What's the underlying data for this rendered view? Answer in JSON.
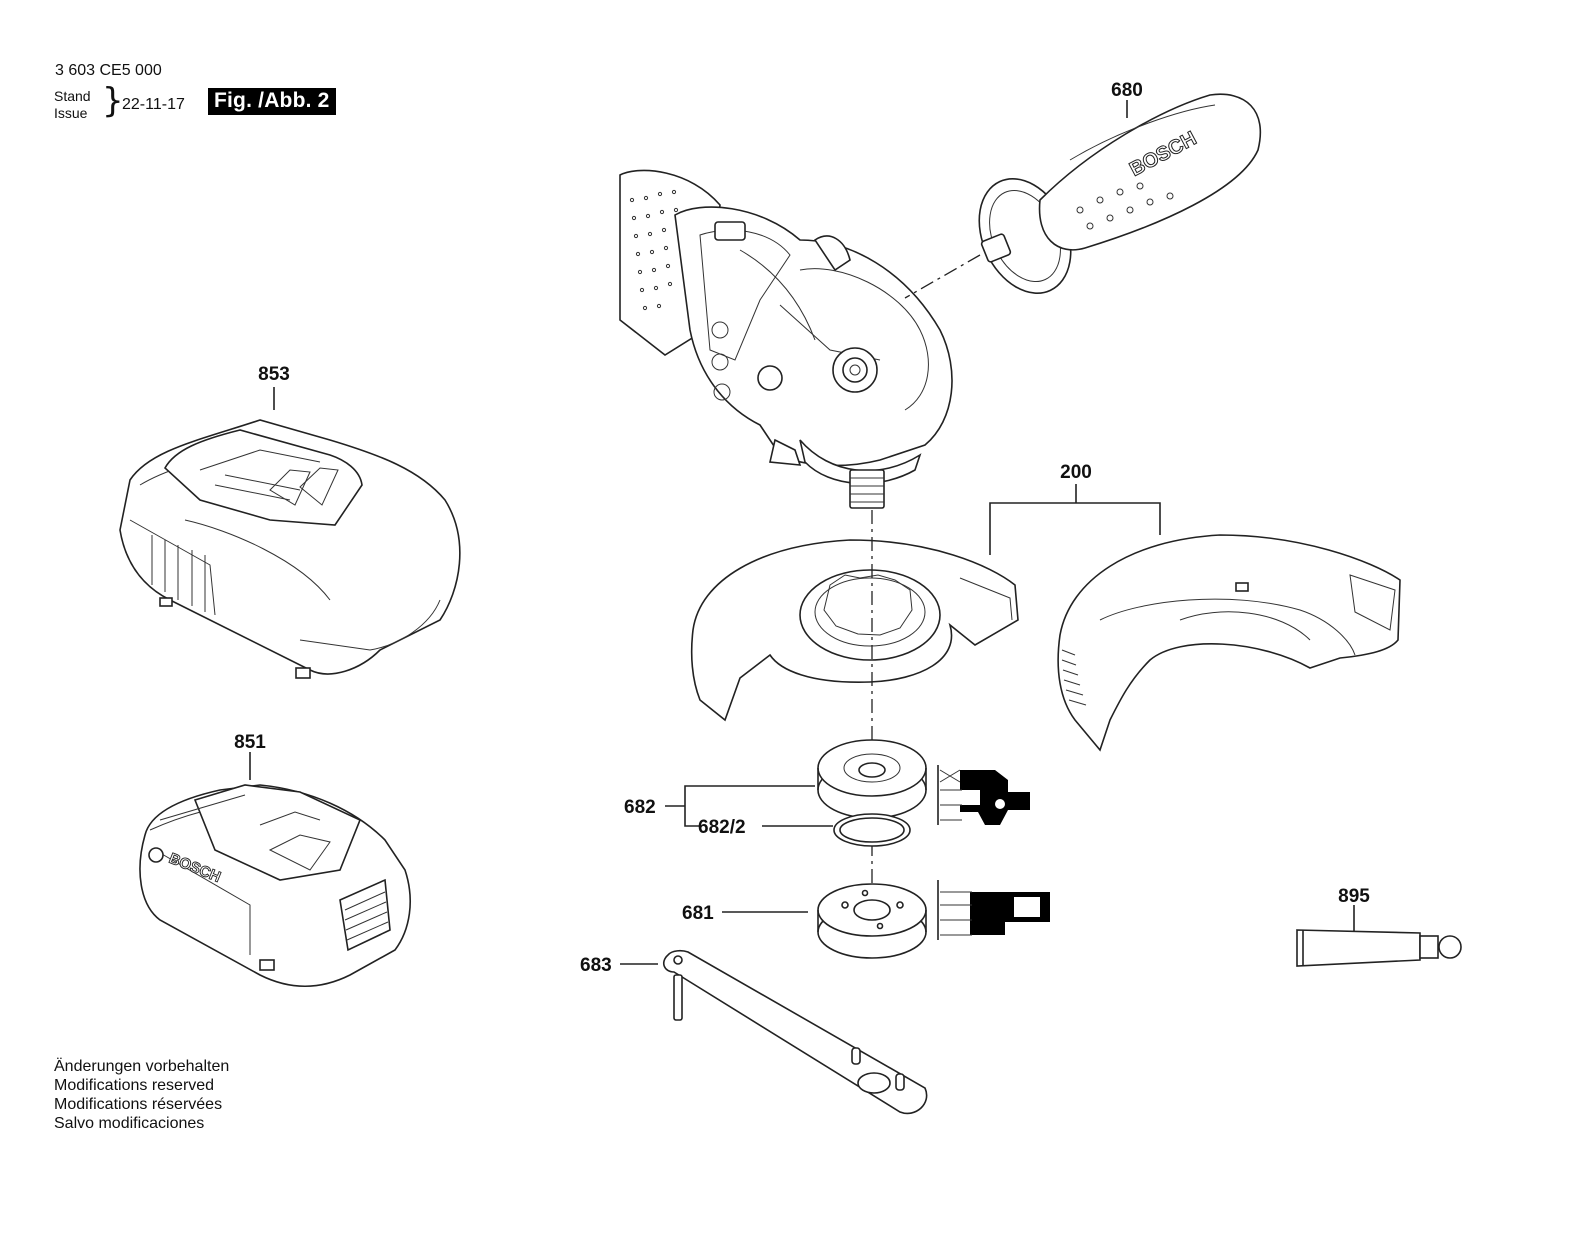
{
  "header": {
    "doc_number": "3 603 CE5 000",
    "stand_label": "Stand",
    "issue_label": "Issue",
    "issue_date": "22-11-17",
    "fig_label": "Fig. /Abb. 2"
  },
  "part_labels": {
    "p680": "680",
    "p853": "853",
    "p200": "200",
    "p851": "851",
    "p682": "682",
    "p682_2": "682/2",
    "p681": "681",
    "p683": "683",
    "p895": "895"
  },
  "logo_text": "BOSCH",
  "notes": [
    "Änderungen vorbehalten",
    "Modifications reserved",
    "Modifications réservées",
    "Salvo modificaciones"
  ]
}
